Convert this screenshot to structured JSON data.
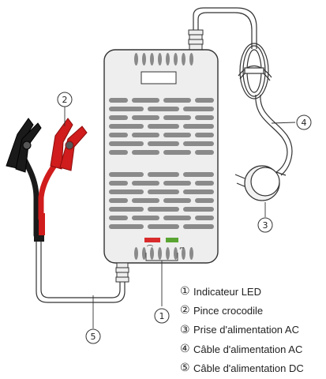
{
  "legend": [
    {
      "num": "①",
      "label": "Indicateur LED"
    },
    {
      "num": "②",
      "label": "Pince crocodile"
    },
    {
      "num": "③",
      "label": "Prise d'alimentation AC"
    },
    {
      "num": "④",
      "label": "Câble d'alimentation AC"
    },
    {
      "num": "⑤",
      "label": "Câble d'alimentation DC"
    }
  ],
  "callouts": [
    "1",
    "2",
    "3",
    "4",
    "5"
  ],
  "colors": {
    "housing": "#eeeeee",
    "slots": "#8a8a8a",
    "led_red": "#d92b2b",
    "led_green": "#5aa532",
    "clip_black": "#1a1a1a",
    "clip_red": "#d01c1c",
    "outline": "#333333"
  }
}
